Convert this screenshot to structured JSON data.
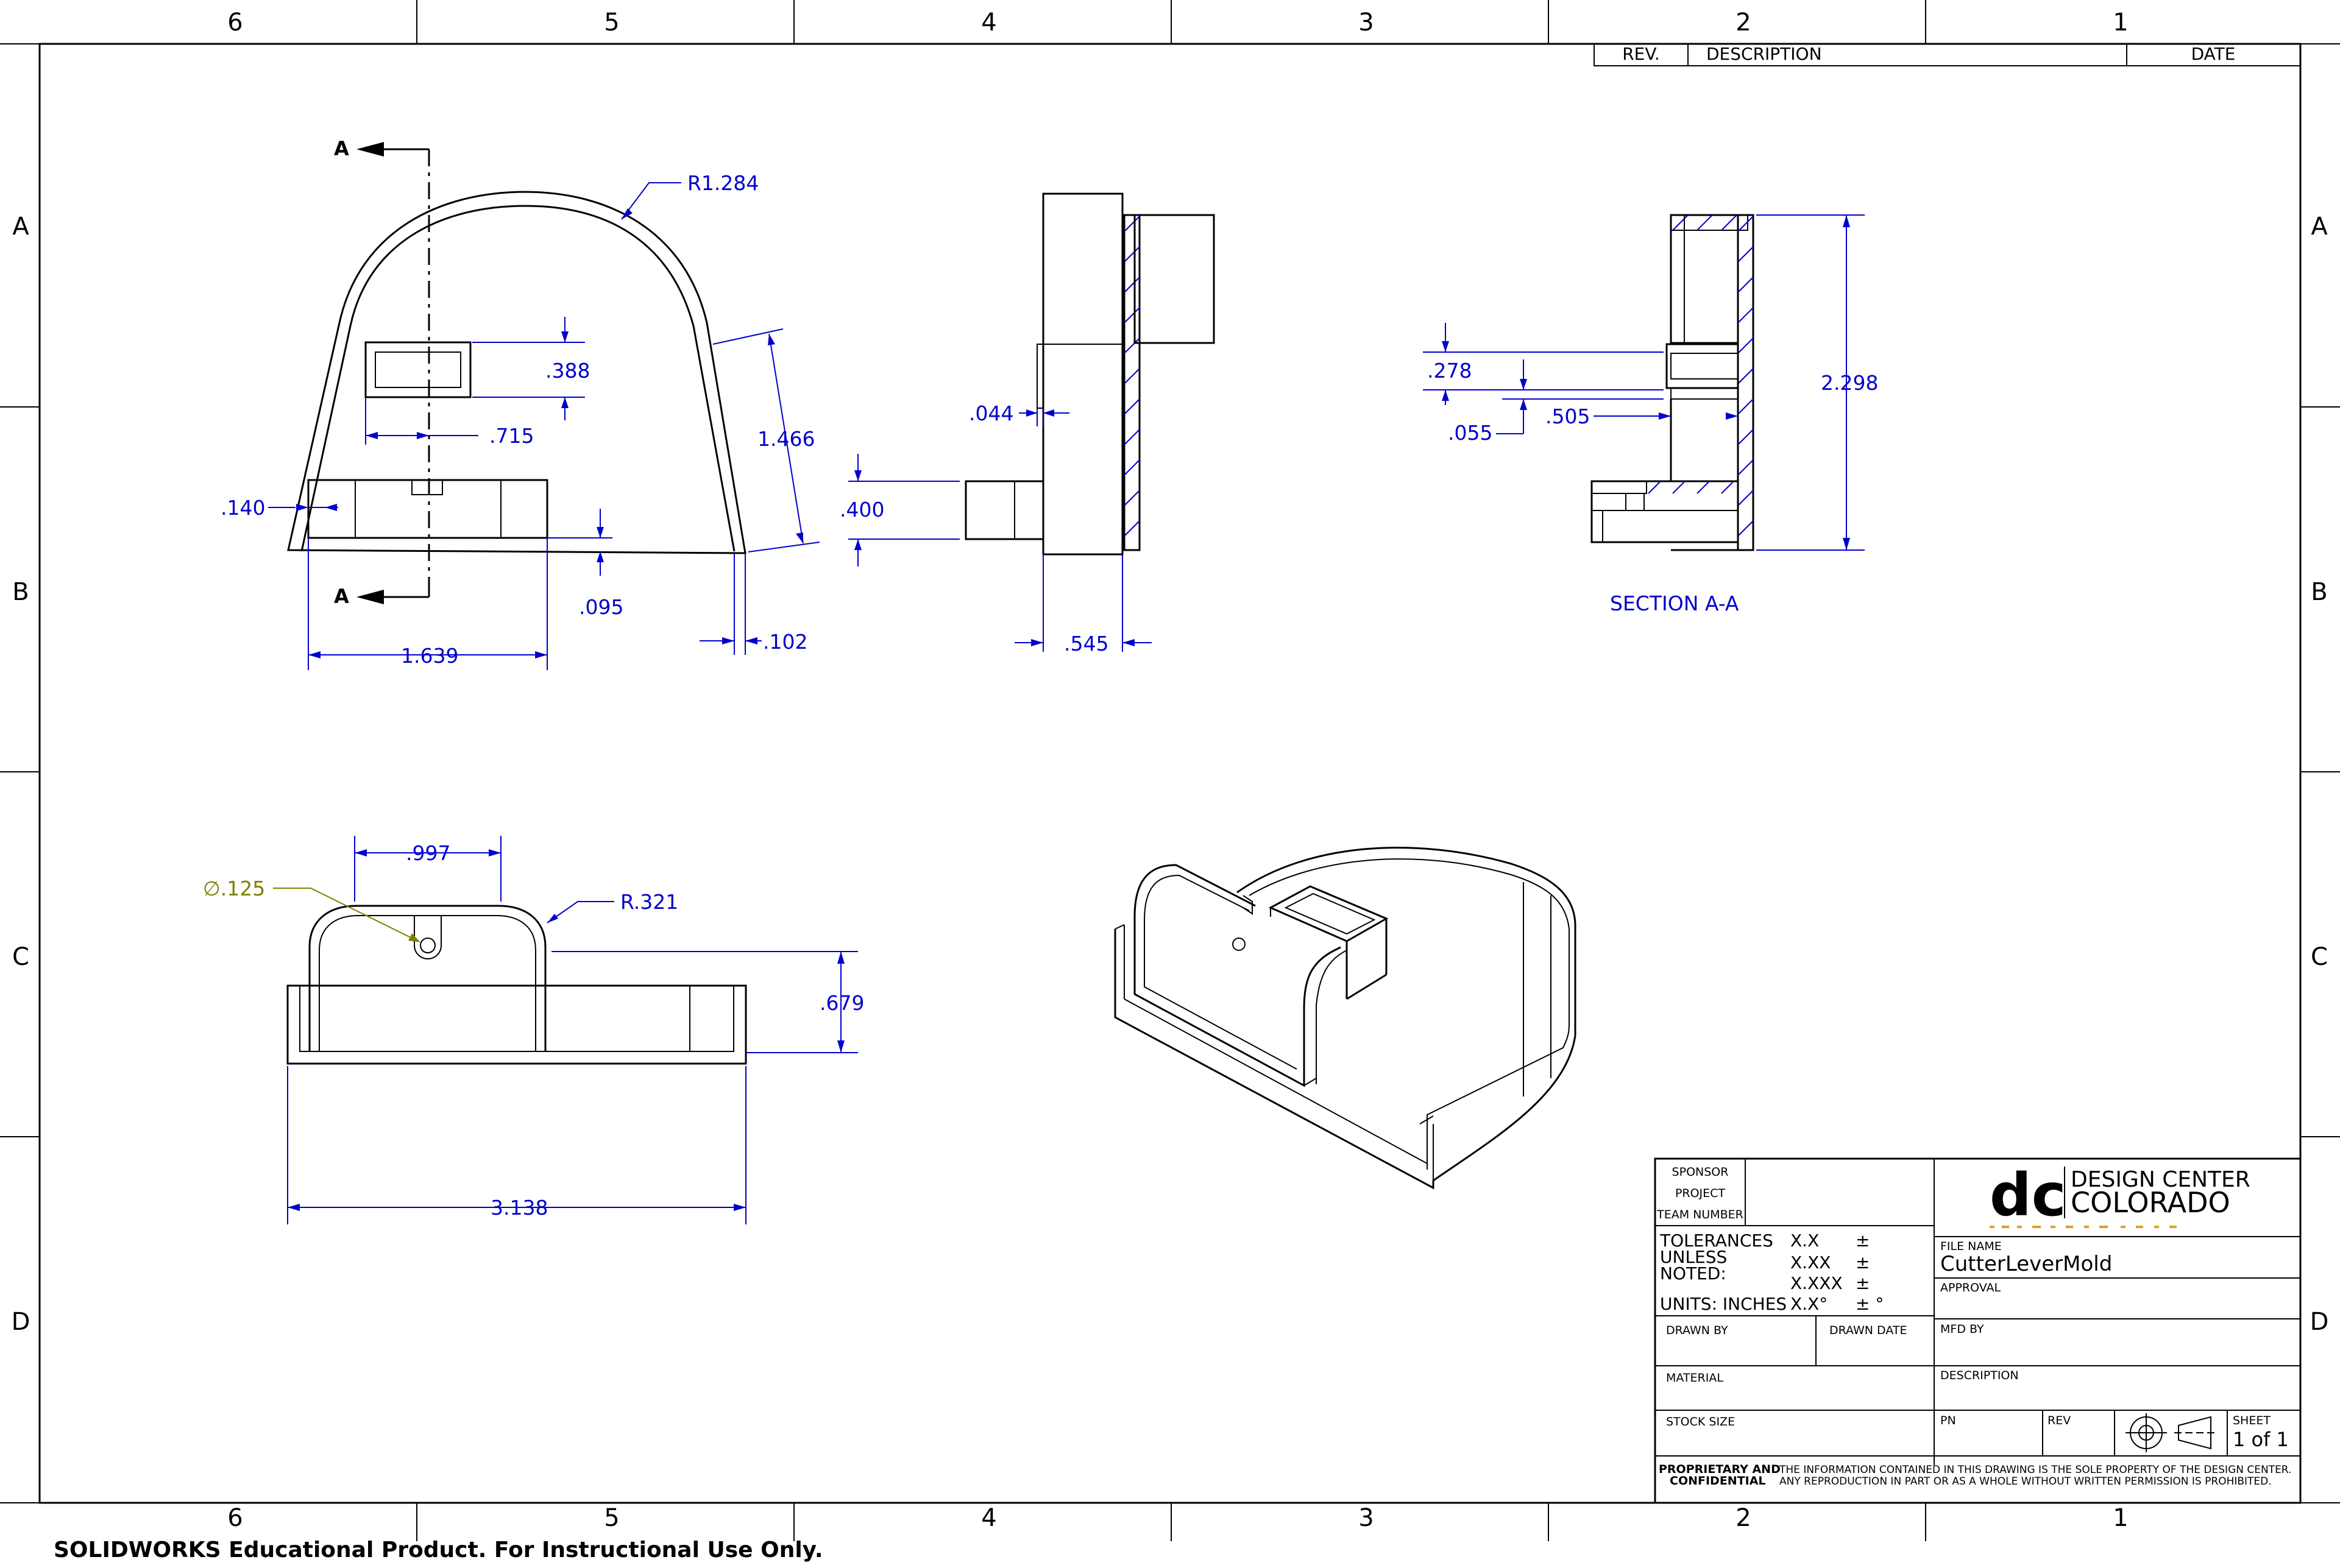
{
  "zones": {
    "columns": [
      "6",
      "5",
      "4",
      "3",
      "2",
      "1"
    ],
    "rows": [
      "A",
      "B",
      "C",
      "D"
    ]
  },
  "revision_block": {
    "rev": "REV.",
    "description": "DESCRIPTION",
    "date": "DATE"
  },
  "front_view": {
    "section_marker": "A",
    "radius": "R1.284",
    "slot_height": ".388",
    "slot_offset": ".715",
    "tab_height": ".140",
    "right_height": "1.466",
    "base_step": ".095",
    "base_width": "1.639",
    "wall_thickness": ".102"
  },
  "side_view": {
    "tab_step": ".044",
    "boss_height": ".400",
    "depth": ".545"
  },
  "section_view": {
    "title": "SECTION A-A",
    "slot_height": ".278",
    "gap": ".055",
    "slot_depth": ".505",
    "total_height": "2.298"
  },
  "top_view": {
    "hole": "∅.125",
    "hole_spacing": ".997",
    "corner_radius": "R.321",
    "height": ".679",
    "overall_width": "3.138"
  },
  "title_block": {
    "sponsor": "SPONSOR",
    "project": "PROJECT",
    "team_number": "TEAM NUMBER",
    "logo_mark": "dc",
    "logo_line1": "DESIGN CENTER",
    "logo_line2": "COLORADO",
    "tolerances_label_1": "TOLERANCES",
    "tolerances_label_2": "UNLESS",
    "tolerances_label_3": "NOTED:",
    "units_label": "UNITS: INCHES",
    "tol_x": "X.X",
    "tol_xx": "X.XX",
    "tol_xxx": "X.XXX",
    "tol_angle": "X.X°",
    "pm": "±",
    "pm_deg": "± °",
    "file_name_label": "FILE NAME",
    "file_name": "CutterLeverMold",
    "approval": "APPROVAL",
    "drawn_by": "DRAWN BY",
    "drawn_date": "DRAWN DATE",
    "mfd_by": "MFD BY",
    "material": "MATERIAL",
    "description": "DESCRIPTION",
    "stock_size": "STOCK SIZE",
    "pn": "PN",
    "rev": "REV",
    "sheet_label": "SHEET",
    "sheet_value": "1 of 1",
    "proprietary_1": "PROPRIETARY AND",
    "proprietary_2": "CONFIDENTIAL",
    "notice_1": "THE INFORMATION CONTAINED IN THIS DRAWING IS THE SOLE PROPERTY OF THE DESIGN CENTER.",
    "notice_2": "ANY REPRODUCTION IN PART OR AS A WHOLE WITHOUT WRITTEN PERMISSION IS PROHIBITED."
  },
  "footer": "SOLIDWORKS Educational Product. For Instructional Use Only.",
  "colors": {
    "dimension": "#0000cc",
    "geometry": "#000000",
    "hole_callout": "#808000",
    "logo_accent": "#e0a020"
  }
}
